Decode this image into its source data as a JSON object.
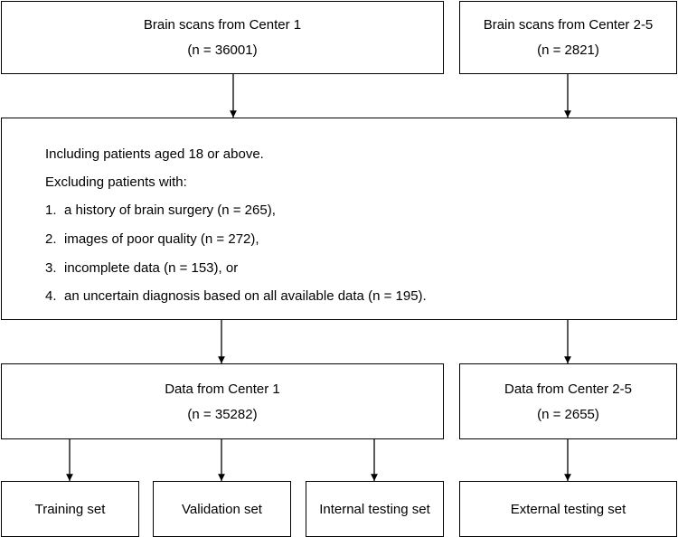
{
  "boxes": {
    "center1_scans": {
      "title": "Brain scans from Center 1",
      "count": "(n = 36001)"
    },
    "center25_scans": {
      "title": "Brain scans from Center 2-5",
      "count": "(n = 2821)"
    },
    "criteria": {
      "include": "Including patients aged 18 or above.",
      "exclude_header": "Excluding patients with:",
      "items": [
        {
          "num": "1.",
          "text": "a history of brain surgery (n = 265),"
        },
        {
          "num": "2.",
          "text": "images of poor quality (n = 272),"
        },
        {
          "num": "3.",
          "text": "incomplete data (n = 153), or"
        },
        {
          "num": "4.",
          "text": "an uncertain diagnosis based on all available data  (n = 195)."
        }
      ]
    },
    "center1_data": {
      "title": "Data from Center 1",
      "count": "(n = 35282)"
    },
    "center25_data": {
      "title": "Data from Center 2-5",
      "count": "(n = 2655)"
    },
    "training": {
      "label": "Training set"
    },
    "validation": {
      "label": "Validation set"
    },
    "internal_testing": {
      "label": "Internal testing set"
    },
    "external_testing": {
      "label": "External testing set"
    }
  },
  "colors": {
    "line": "#000000",
    "background": "#ffffff"
  }
}
